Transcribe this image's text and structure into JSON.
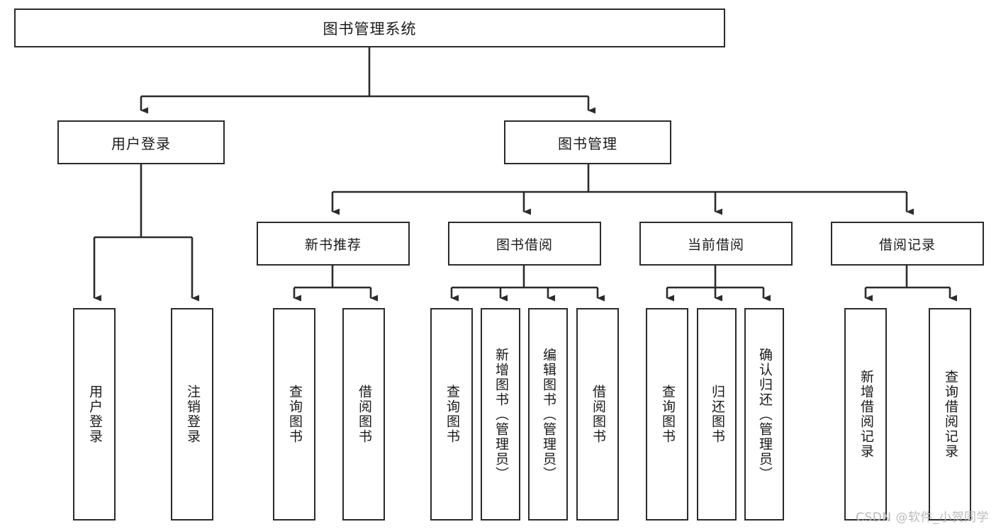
{
  "diagram": {
    "type": "tree-hierarchy-chart",
    "title": "图书管理系统",
    "watermark": "CSDN @软件_小贺同学",
    "colors": {
      "box_border": "#2b2b2b",
      "box_fill": "#ffffff",
      "connector": "#2b2b2b",
      "canvas": "#ffffff",
      "watermark_text": "#b9b9b9"
    },
    "root": {
      "label": "图书管理系统"
    },
    "level2": [
      {
        "label": "用户登录"
      },
      {
        "label": "图书管理"
      }
    ],
    "level3": [
      {
        "label": "新书推荐"
      },
      {
        "label": "图书借阅"
      },
      {
        "label": "当前借阅"
      },
      {
        "label": "借阅记录"
      }
    ],
    "leaves": {
      "user_login": [
        {
          "label": "用户登录"
        },
        {
          "label": "注销登录"
        }
      ],
      "new_book_recommend": [
        {
          "label": "查询图书"
        },
        {
          "label": "借阅图书"
        }
      ],
      "book_borrow": [
        {
          "label": "查询图书"
        },
        {
          "label": "新增图书（管理员）"
        },
        {
          "label": "编辑图书（管理员）"
        },
        {
          "label": "借阅图书"
        }
      ],
      "current_borrow": [
        {
          "label": "查询图书"
        },
        {
          "label": "归还图书"
        },
        {
          "label": "确认归还（管理员）"
        }
      ],
      "borrow_record": [
        {
          "label": "新增借阅记录"
        },
        {
          "label": "查询借阅记录"
        }
      ]
    }
  }
}
